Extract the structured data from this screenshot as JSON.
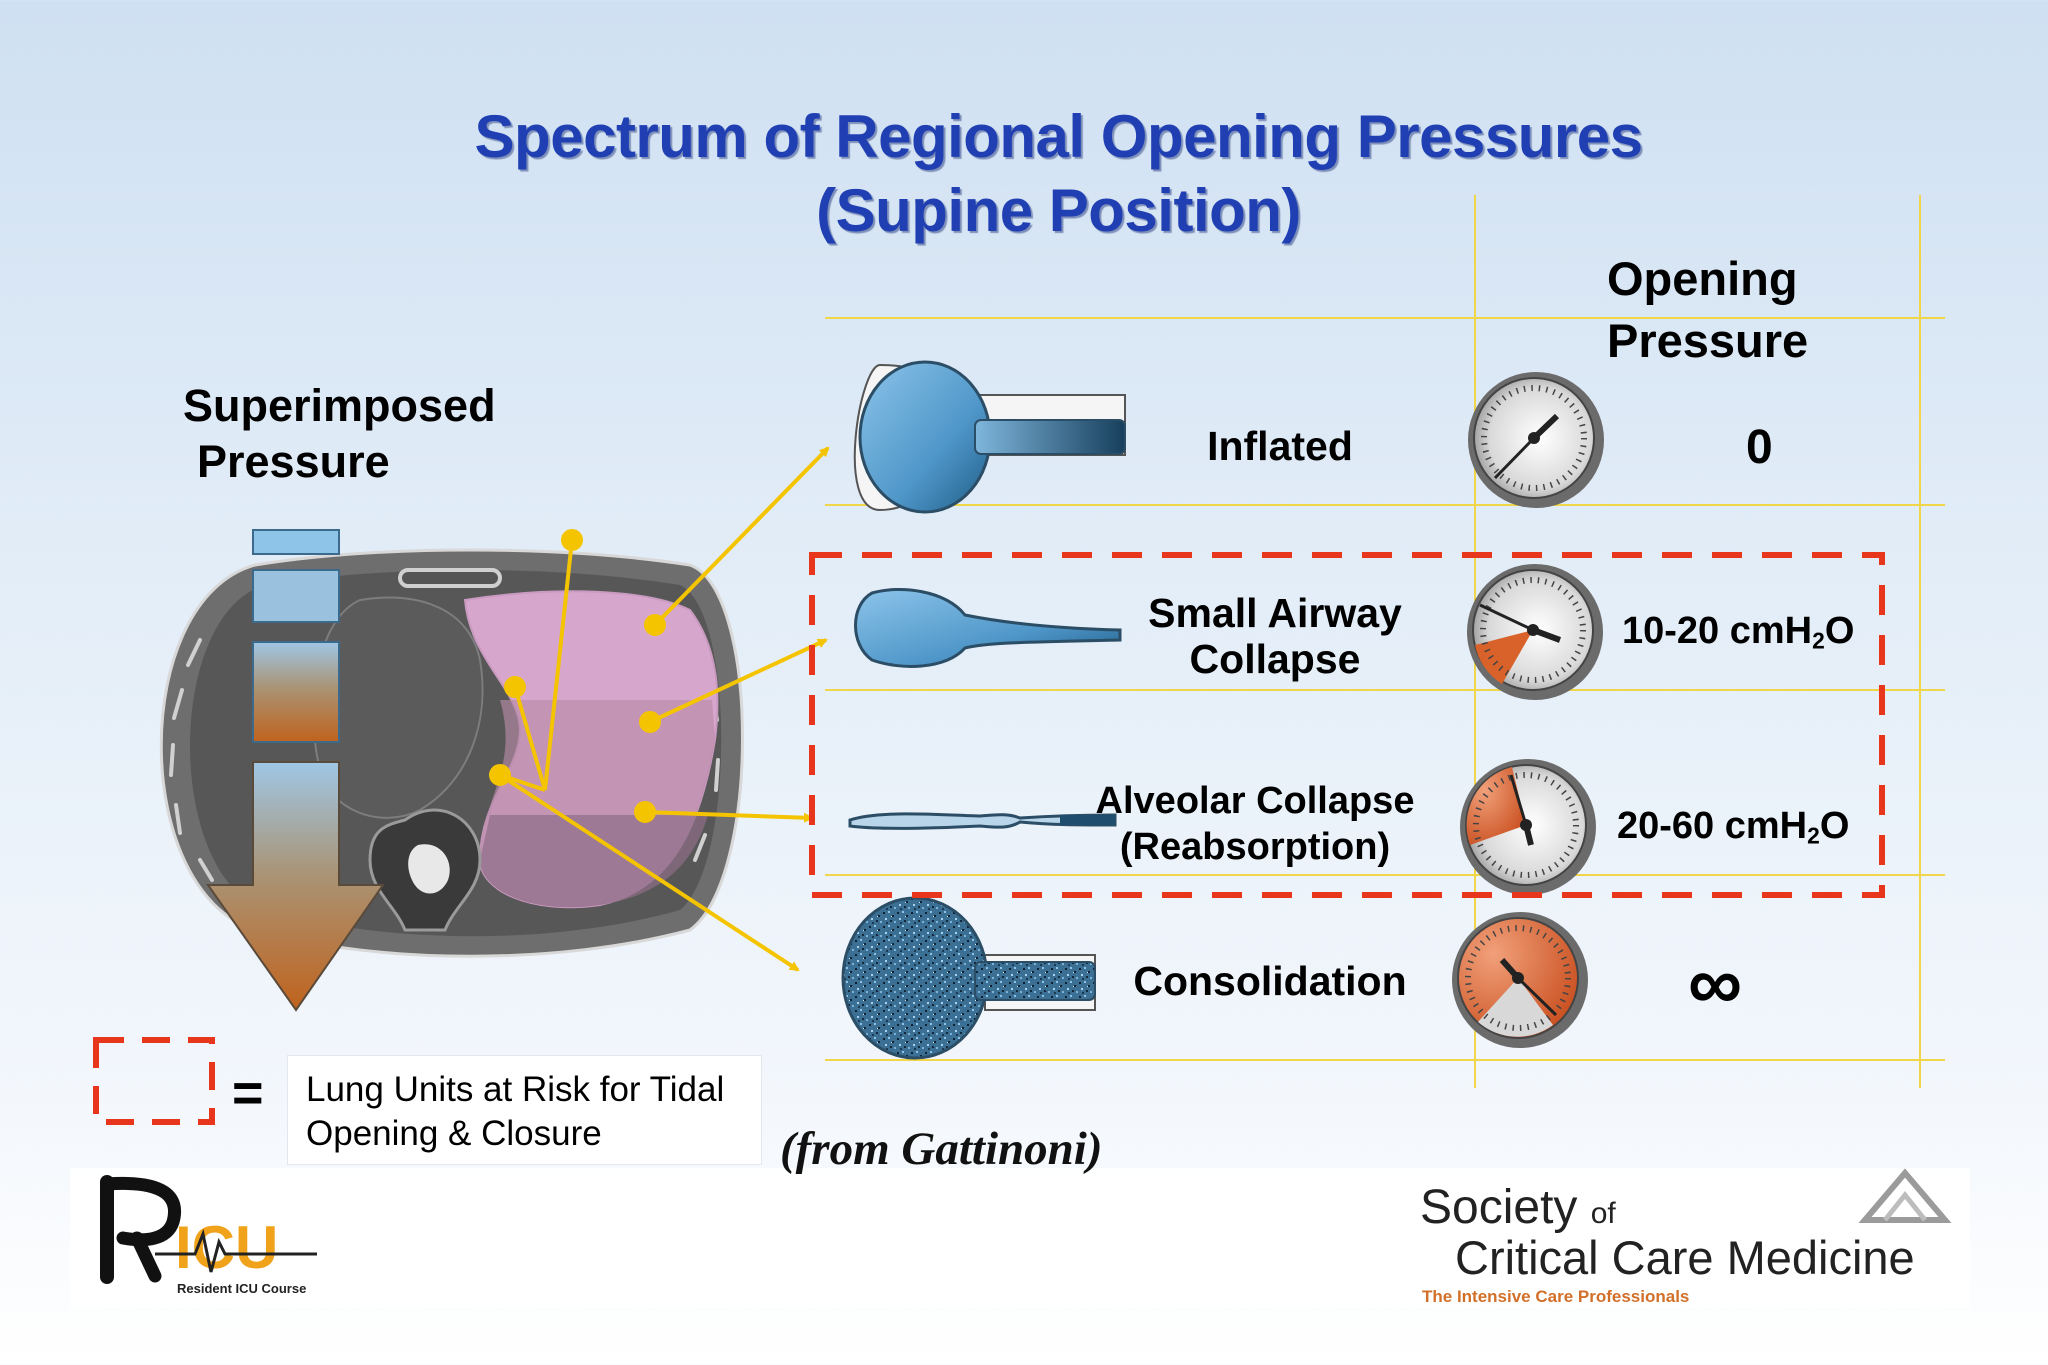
{
  "title": {
    "line1": "Spectrum of Regional Opening Pressures",
    "line2": "(Supine Position)"
  },
  "left_label": {
    "line1": "Superimposed",
    "line2": "Pressure"
  },
  "column_header": {
    "line1": "Opening",
    "line2": "Pressure"
  },
  "rows": [
    {
      "label_line1": "Inflated",
      "label_line2": "",
      "pressure_value": "0",
      "pressure_unit": ""
    },
    {
      "label_line1": "Small Airway",
      "label_line2": "Collapse",
      "pressure_value": "10-20 cmH",
      "pressure_sub": "2",
      "pressure_unit": "O"
    },
    {
      "label_line1": "Alveolar Collapse",
      "label_line2": "(Reabsorption)",
      "pressure_value": "20-60 cmH",
      "pressure_sub": "2",
      "pressure_unit": "O"
    },
    {
      "label_line1": "Consolidation",
      "label_line2": "",
      "pressure_value": "∞",
      "pressure_unit": ""
    }
  ],
  "legend": {
    "equals": "=",
    "line1": "Lung Units at Risk for Tidal",
    "line2": "Opening & Closure"
  },
  "source": "(from Gattinoni)",
  "logos": {
    "ricu_subtitle": "Resident ICU Course",
    "sccm_line1": "Society",
    "sccm_of": "of",
    "sccm_line2": "Critical Care Medicine",
    "sccm_tagline": "The Intensive Care Professionals"
  },
  "colors": {
    "title": "#1f3fb3",
    "grid": "#f2d64a",
    "risk_box": "#e8361c",
    "arrow": "#f5c400",
    "lung_pink": "#d7a6cc",
    "ct_body": "#6e6e6e",
    "alveolus": "#4f97c9",
    "gauge_orange": "#d9622a"
  }
}
